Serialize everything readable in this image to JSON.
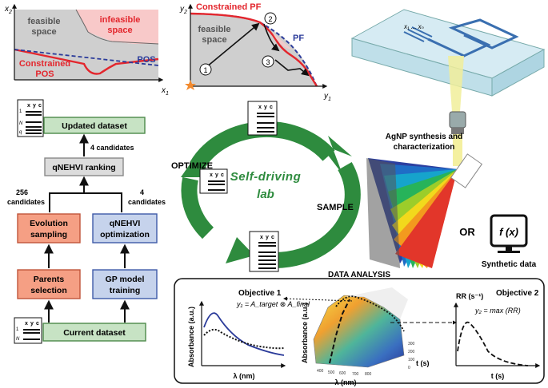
{
  "panel_a": {
    "x_axis": "x",
    "x_sub": "1",
    "y_axis": "x",
    "y_sub": "2",
    "feasible_label_line1": "feasible",
    "feasible_label_line2": "space",
    "infeasible_label_line1": "infeasible",
    "infeasible_label_line2": "space",
    "constrained_pos_line1": "Constrained",
    "constrained_pos_line2": "POS",
    "pos_label": "POS"
  },
  "panel_b": {
    "x_axis": "y",
    "x_sub": "1",
    "y_axis": "y",
    "y_sub": "2",
    "constrained_pf": "Constrained PF",
    "pf_label": "PF",
    "feasible_label_line1": "feasible",
    "feasible_label_line2": "space",
    "step1": "1",
    "step2": "2",
    "step3": "3"
  },
  "flowchart": {
    "dataset_header_one": "1",
    "dataset_header_x": "x",
    "dataset_header_y": "y",
    "dataset_header_c": "c",
    "dataset_header_n": "N",
    "dataset_header_q": "q",
    "updated_dataset": "Updated dataset",
    "candidates_top": "4 candidates",
    "qnehvi_ranking": "qNEHVI ranking",
    "candidates_256_line1": "256",
    "candidates_256_line2": "candidates",
    "candidates_4_line1": "4",
    "candidates_4_line2": "candidates",
    "evolution_line1": "Evolution",
    "evolution_line2": "sampling",
    "qnehvi_opt_line1": "qNEHVI",
    "qnehvi_opt_line2": "optimization",
    "parents_line1": "Parents",
    "parents_line2": "selection",
    "gp_line1": "GP model",
    "gp_line2": "training",
    "current_dataset": "Current dataset"
  },
  "cycle": {
    "title_line1": "Self-driving",
    "title_line2": "lab",
    "optimize": "OPTIMIZE",
    "sample": "SAMPLE"
  },
  "reactor": {
    "inputs": "x₁ ... xₙ",
    "caption_line1": "AgNP synthesis and",
    "caption_line2": "characterization",
    "or_label": "OR",
    "fx_label": "f (x)",
    "synthetic": "Synthetic data"
  },
  "analysis": {
    "title": "DATA ANALYSIS",
    "objective1": "Objective 1",
    "objective1_eq": "y₁ = A_target ⊗ A_final",
    "objective2": "Objective 2",
    "objective2_eq": "y₂ = max (RR)",
    "rr_label": "RR (s⁻¹)",
    "absorbance": "Absorbance (a.u.)",
    "lambda": "λ (nm)",
    "t_axis": "t (s)",
    "lambda_ticks": [
      "400",
      "500",
      "600",
      "700",
      "800"
    ],
    "t_ticks": [
      "0",
      "100",
      "200",
      "300"
    ]
  },
  "colors": {
    "red": "#e3262d",
    "blue": "#2b3b9a",
    "green_arrow": "#2e8b3e",
    "orange_box": "#f59f84",
    "blue_box": "#c6d3ec",
    "green_box": "#c7e3c4",
    "grey_box": "#dcdcdc"
  }
}
